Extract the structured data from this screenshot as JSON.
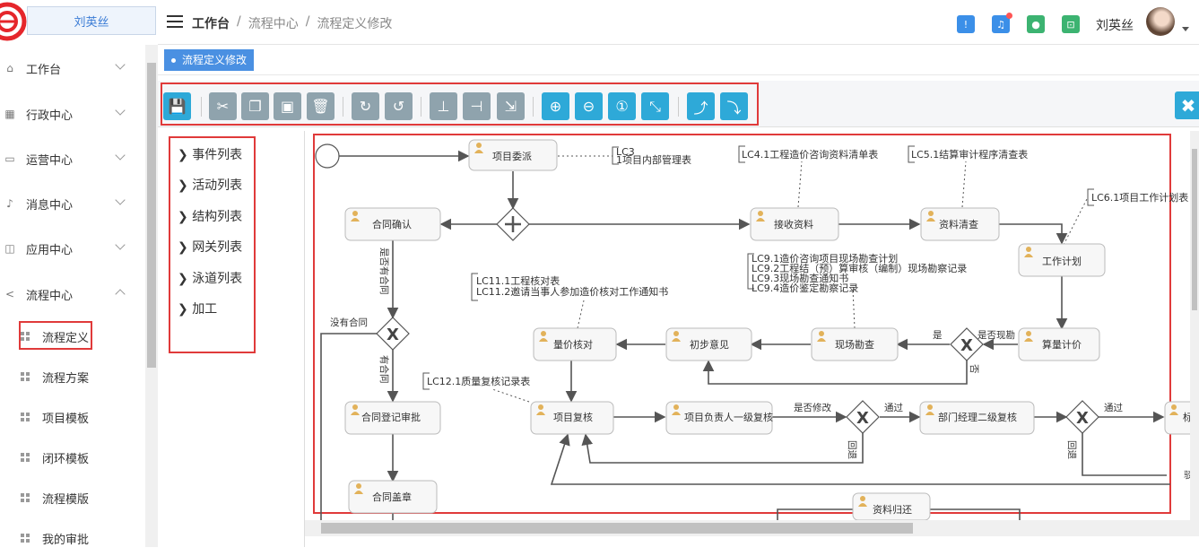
{
  "user": {
    "name": "刘英丝"
  },
  "header": {
    "breadcrumb": [
      "工作台",
      "流程中心",
      "流程定义修改"
    ],
    "username": "刘英丝"
  },
  "sidebar": {
    "items": [
      {
        "label": "工作台",
        "icon": "home-icon"
      },
      {
        "label": "行政中心",
        "icon": "building-icon"
      },
      {
        "label": "运营中心",
        "icon": "monitor-icon"
      },
      {
        "label": "消息中心",
        "icon": "bell-icon"
      },
      {
        "label": "应用中心",
        "icon": "chip-icon"
      },
      {
        "label": "流程中心",
        "icon": "share-icon"
      }
    ],
    "subitems": [
      "流程定义",
      "流程方案",
      "项目模板",
      "闭环模板",
      "流程模版",
      "我的审批"
    ]
  },
  "tab": {
    "label": "流程定义修改"
  },
  "list_panel": [
    "事件列表",
    "活动列表",
    "结构列表",
    "网关列表",
    "泳道列表",
    "加工"
  ],
  "diagram": {
    "tasks": [
      "项目委派",
      "合同确认",
      "接收资料",
      "资料清查",
      "工作计划",
      "算量计价",
      "现场勘查",
      "初步意见",
      "量价核对",
      "合同登记审批",
      "项目复核",
      "项目负责人一级复核",
      "部门经理二级复核",
      "标",
      "合同盖章",
      "资料归还"
    ],
    "annotations": {
      "lc3": [
        "LC3",
        "1项目内部管理表"
      ],
      "lc41": "LC4.1工程造价咨询资料清单表",
      "lc51": "LC5.1结算审计程序清查表",
      "lc61": "LC6.1项目工作计划表",
      "lc9": [
        "LC9.1造价咨询项目现场勘查计划",
        "LC9.2工程结（预）算审核（编制）现场勘察记录",
        "LC9.3现场勘查通知书",
        "LC9.4造价鉴定勘察记录"
      ],
      "lc11": [
        "LC11.1工程核对表",
        "LC11.2邀请当事人参加造价核对工作通知书"
      ],
      "lc12": "LC12.1质量复核记录表"
    },
    "edge_labels": [
      "是否有合同",
      "没有合同",
      "有合同",
      "是",
      "是否现勘",
      "否",
      "是否修改",
      "通过",
      "回退",
      "通过",
      "回退",
      "驳"
    ]
  }
}
